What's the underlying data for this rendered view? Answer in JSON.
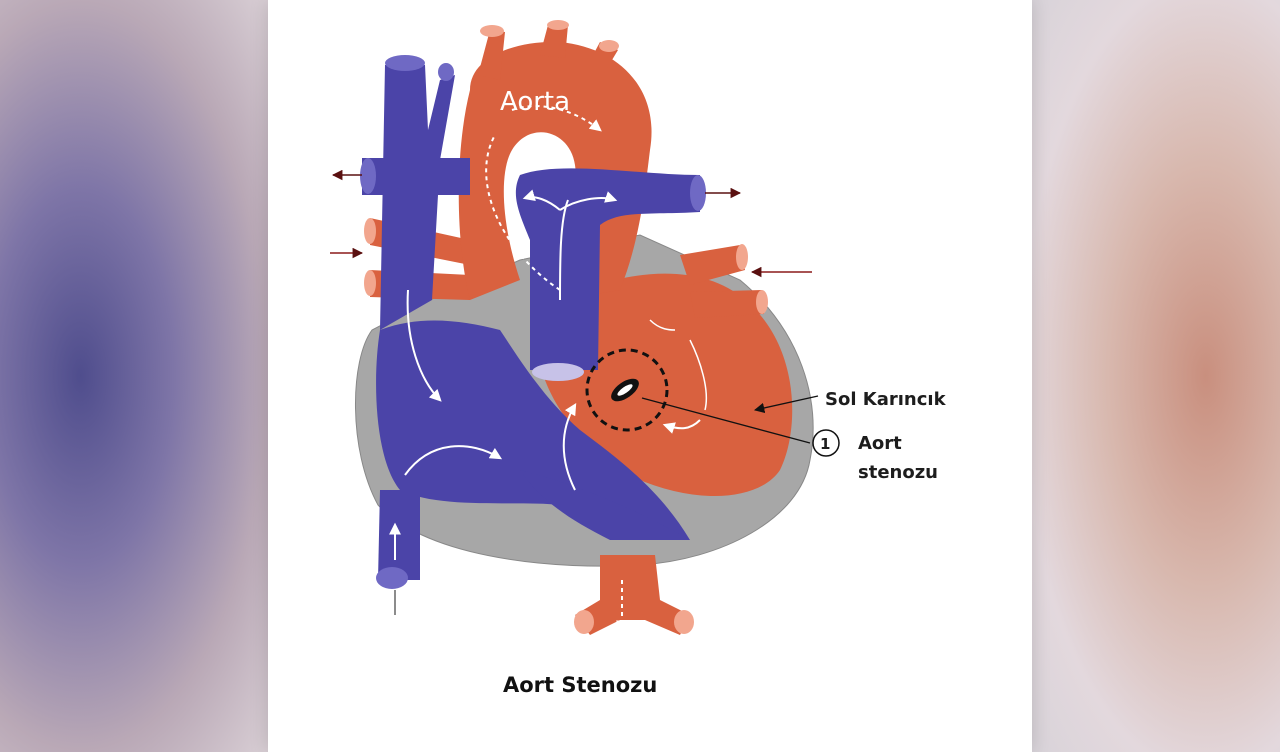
{
  "labels": {
    "aorta": "Aorta",
    "left_ventricle": "Sol Karıncık",
    "marker_number": "1",
    "stenosis_line1": "Aort",
    "stenosis_line2": "stenozu",
    "caption": "Aort Stenozu"
  },
  "colors": {
    "oxygenated": "#d9613f",
    "deoxygenated": "#4b44a8",
    "tissue": "#a9a9a9",
    "background": "#ffffff",
    "arrow": "#8b1a1a"
  }
}
